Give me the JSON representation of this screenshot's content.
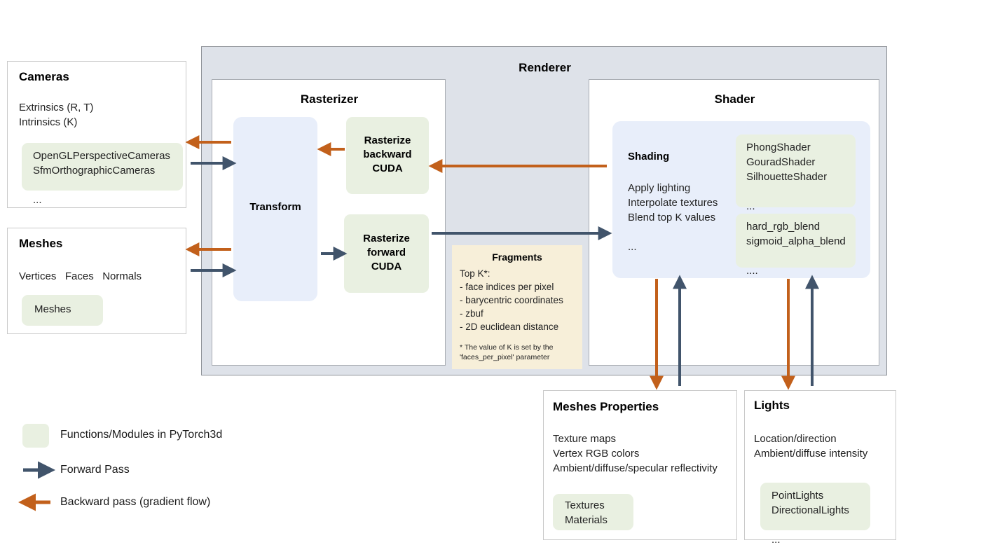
{
  "colors": {
    "forward_arrow": "#41546b",
    "backward_arrow": "#c2601b",
    "renderer_bg": "#dee2e9",
    "green_box": "#e9f0e1",
    "blue_box": "#e8eefa",
    "fragments_bg": "#f7efd9"
  },
  "cameras": {
    "title": "Cameras",
    "lines": "Extrinsics (R, T)\nIntrinsics (K)",
    "modules": "OpenGLPerspectiveCameras\nSfmOrthographicCameras\n\n..."
  },
  "meshes": {
    "title": "Meshes",
    "lines": "Vertices   Faces   Normals",
    "modules": "Meshes"
  },
  "renderer": {
    "title": "Renderer",
    "rasterizer": {
      "title": "Rasterizer",
      "transform_label": "Transform",
      "rasterize_backward": "Rasterize\nbackward\nCUDA",
      "rasterize_forward": "Rasterize\nforward\nCUDA"
    },
    "fragments": {
      "title": "Fragments",
      "lines": "Top K*:\n- face indices per pixel\n- barycentric coordinates\n- zbuf\n- 2D euclidean distance",
      "note": "* The value of K is set by the\n'faces_per_pixel' parameter"
    },
    "shader": {
      "title": "Shader",
      "shading_label": "Shading",
      "shading_lines": "Apply lighting\nInterpolate textures\nBlend top K values\n\n...",
      "shader_modules": "PhongShader\nGouradShader\nSilhouetteShader\n\n...",
      "blend_modules": "hard_rgb_blend\nsigmoid_alpha_blend\n\n...."
    }
  },
  "meshes_properties": {
    "title": "Meshes Properties",
    "lines": "Texture maps\nVertex RGB colors\nAmbient/diffuse/specular reflectivity\n\n...",
    "modules": "Textures\nMaterials"
  },
  "lights": {
    "title": "Lights",
    "lines": "Location/direction\nAmbient/diffuse intensity",
    "modules": "PointLights\nDirectionalLights\n\n..."
  },
  "legend": {
    "modules": "Functions/Modules in PyTorch3d",
    "forward": "Forward Pass",
    "backward": "Backward pass (gradient flow)"
  }
}
